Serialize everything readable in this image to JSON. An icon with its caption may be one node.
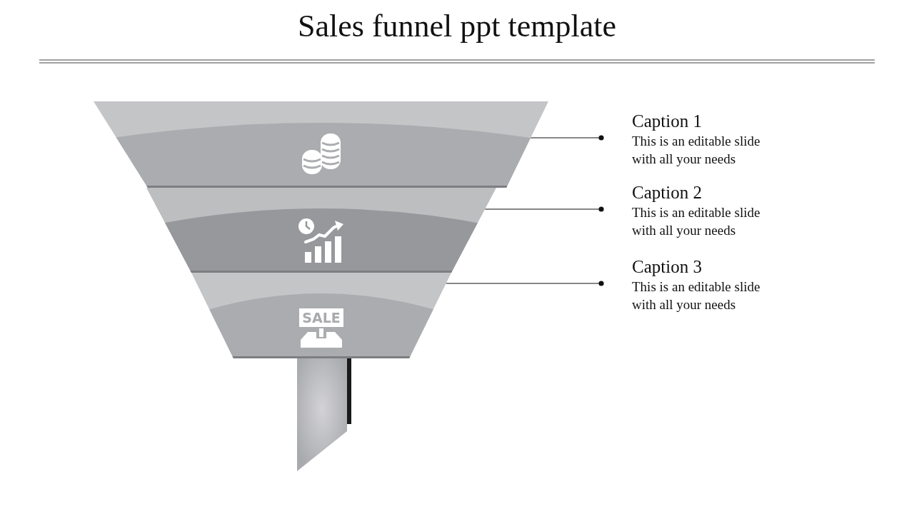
{
  "diagram": {
    "title": "Sales funnel ppt template",
    "nodes": [
      {
        "text": [],
        "shape": "box"
      },
      {
        "text": [],
        "shape": "box"
      },
      {
        "text": [
          "SALE"
        ]
      },
      {
        "text": [
          "Caption 1",
          "This is an editable slide with all your needs"
        ]
      },
      {
        "text": [
          "Caption 2",
          "This is an editable slide with all your needs"
        ]
      },
      {
        "text": [
          "Caption 3",
          "This is an editable slide with all your needs"
        ]
      }
    ],
    "edges": [
      {
        "from": 3,
        "to": 0,
        "arrow": "other"
      },
      {
        "from": 4,
        "to": 1,
        "arrow": "other"
      },
      {
        "from": 5,
        "to": 2,
        "arrow": "other"
      }
    ]
  }
}
